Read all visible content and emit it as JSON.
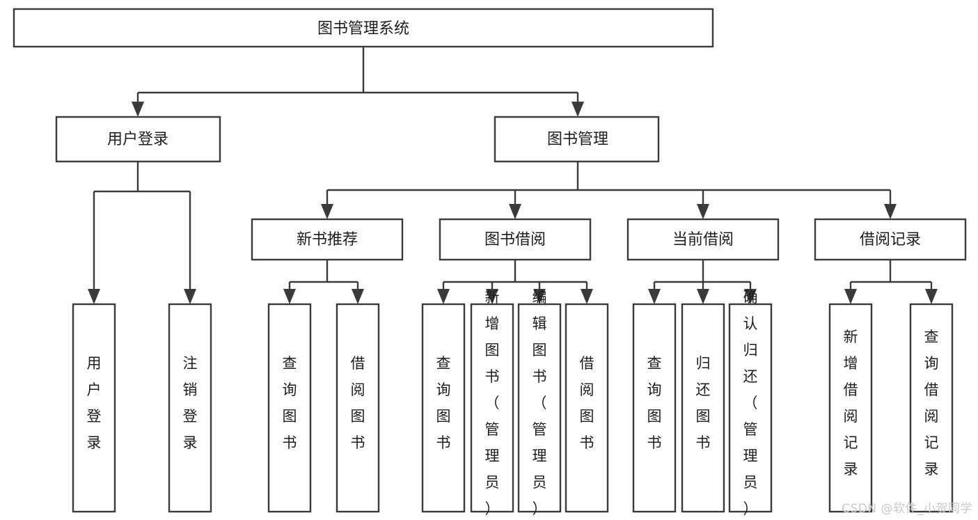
{
  "diagram": {
    "type": "tree-hierarchy-flowchart",
    "title": "图书管理系统",
    "background_color": "#ffffff",
    "line_color": "#3a3a3a",
    "box_fill": "#ffffff",
    "text_color": "#1d1d1d",
    "levels": [
      {
        "level": 1,
        "nodes": [
          {
            "id": "root",
            "label": "图书管理系统",
            "orientation": "horizontal"
          }
        ]
      },
      {
        "level": 2,
        "nodes": [
          {
            "id": "login",
            "label": "用户登录",
            "orientation": "horizontal",
            "parent": "root"
          },
          {
            "id": "bookmgmt",
            "label": "图书管理",
            "orientation": "horizontal",
            "parent": "root"
          }
        ]
      },
      {
        "level": 3,
        "nodes": [
          {
            "id": "newbook",
            "label": "新书推荐",
            "orientation": "horizontal",
            "parent": "bookmgmt"
          },
          {
            "id": "borrow",
            "label": "图书借阅",
            "orientation": "horizontal",
            "parent": "bookmgmt"
          },
          {
            "id": "current",
            "label": "当前借阅",
            "orientation": "horizontal",
            "parent": "bookmgmt"
          },
          {
            "id": "records",
            "label": "借阅记录",
            "orientation": "horizontal",
            "parent": "bookmgmt"
          }
        ]
      },
      {
        "level": 4,
        "nodes": [
          {
            "id": "leaf-1",
            "label": "用户登录",
            "orientation": "vertical",
            "parent": "login"
          },
          {
            "id": "leaf-2",
            "label": "注销登录",
            "orientation": "vertical",
            "parent": "login"
          },
          {
            "id": "leaf-3",
            "label": "查询图书",
            "orientation": "vertical",
            "parent": "newbook"
          },
          {
            "id": "leaf-4",
            "label": "借阅图书",
            "orientation": "vertical",
            "parent": "newbook"
          },
          {
            "id": "leaf-5",
            "label": "查询图书",
            "orientation": "vertical",
            "parent": "borrow"
          },
          {
            "id": "leaf-6",
            "label": "新增图书（管理员）",
            "orientation": "vertical",
            "parent": "borrow"
          },
          {
            "id": "leaf-7",
            "label": "编辑图书（管理员）",
            "orientation": "vertical",
            "parent": "borrow"
          },
          {
            "id": "leaf-8",
            "label": "借阅图书",
            "orientation": "vertical",
            "parent": "borrow"
          },
          {
            "id": "leaf-9",
            "label": "查询图书",
            "orientation": "vertical",
            "parent": "current"
          },
          {
            "id": "leaf-10",
            "label": "归还图书",
            "orientation": "vertical",
            "parent": "current"
          },
          {
            "id": "leaf-11",
            "label": "确认归还（管理员）",
            "orientation": "vertical",
            "parent": "current"
          },
          {
            "id": "leaf-12",
            "label": "新增借阅记录",
            "orientation": "vertical",
            "parent": "records"
          },
          {
            "id": "leaf-13",
            "label": "查询借阅记录",
            "orientation": "vertical",
            "parent": "records"
          }
        ]
      }
    ]
  },
  "watermark": {
    "text": "CSDN @软件_小贺同学"
  }
}
